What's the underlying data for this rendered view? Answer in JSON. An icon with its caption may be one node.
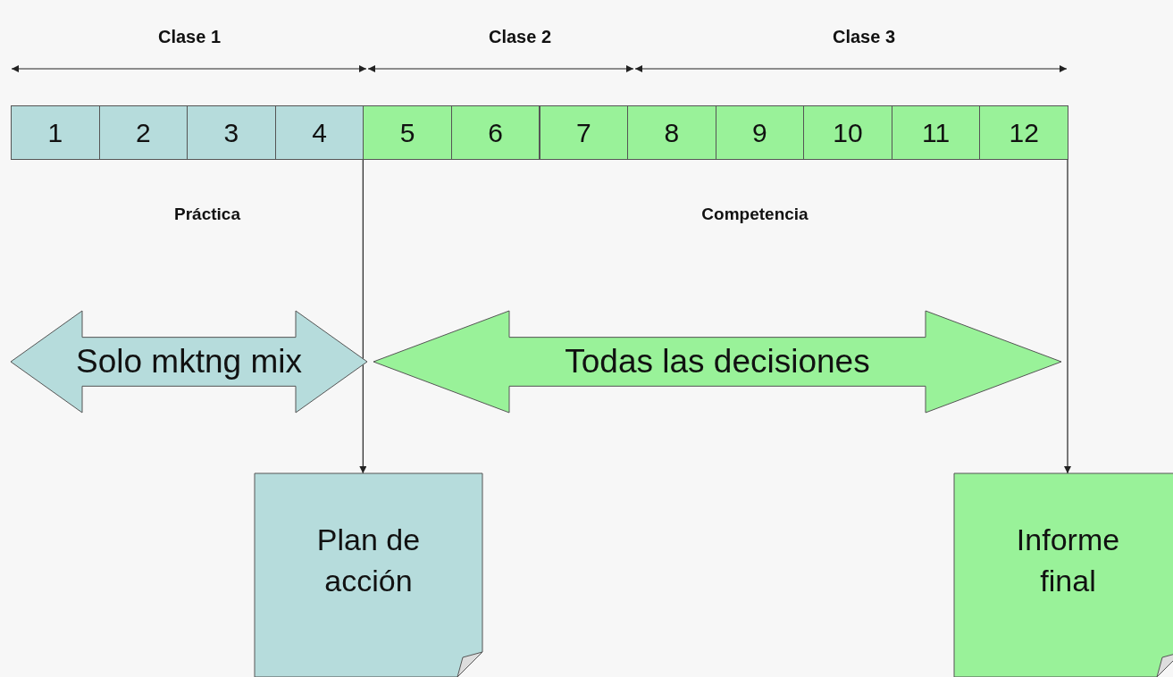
{
  "diagram": {
    "nodes": [
      {
        "text": [
          "1"
        ]
      },
      {
        "text": [
          "2"
        ]
      },
      {
        "text": [
          "3"
        ]
      },
      {
        "text": [
          "4"
        ]
      },
      {
        "text": [
          "5"
        ]
      },
      {
        "text": [
          "6"
        ]
      },
      {
        "text": [
          "7"
        ]
      },
      {
        "text": [
          "8"
        ]
      },
      {
        "text": [
          "9"
        ]
      },
      {
        "text": [
          "10"
        ]
      },
      {
        "text": [
          "11"
        ]
      },
      {
        "text": [
          "12"
        ]
      },
      {
        "text": [
          "Solo mktng mix"
        ]
      },
      {
        "text": [
          "Todas las decisiones"
        ]
      },
      {
        "text": [
          "Plan de acción"
        ]
      },
      {
        "text": [
          "Informe final"
        ]
      }
    ],
    "edges": [
      {
        "from": 3,
        "to": 14,
        "arrow": "to"
      },
      {
        "from": 11,
        "to": 15,
        "arrow": "to"
      }
    ],
    "labels": [
      "Clase 1",
      "Clase 2",
      "Clase 3",
      "Práctica",
      "Competencia"
    ]
  }
}
